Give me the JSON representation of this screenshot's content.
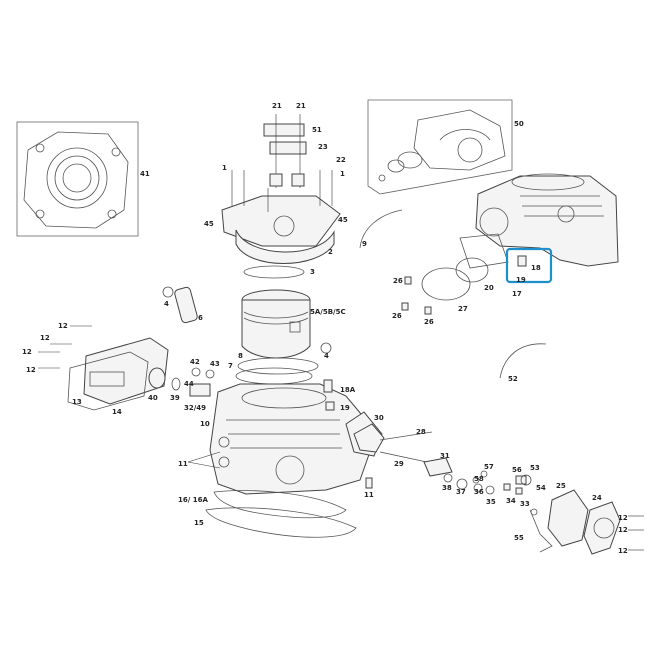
{
  "accent_color": "#1e8fcc",
  "callouts": [
    {
      "id": "c21a",
      "text": "21"
    },
    {
      "id": "c21b",
      "text": "21"
    },
    {
      "id": "c51",
      "text": "51"
    },
    {
      "id": "c23",
      "text": "23"
    },
    {
      "id": "c22",
      "text": "22"
    },
    {
      "id": "c1a",
      "text": "1"
    },
    {
      "id": "c1b",
      "text": "1"
    },
    {
      "id": "c45a",
      "text": "45"
    },
    {
      "id": "c45b",
      "text": "45"
    },
    {
      "id": "c2",
      "text": "2"
    },
    {
      "id": "c3",
      "text": "3"
    },
    {
      "id": "c41",
      "text": "41"
    },
    {
      "id": "c50",
      "text": "50"
    },
    {
      "id": "c9",
      "text": "9"
    },
    {
      "id": "c18",
      "text": "18"
    },
    {
      "id": "c19a",
      "text": "19"
    },
    {
      "id": "c20",
      "text": "20"
    },
    {
      "id": "c17",
      "text": "17"
    },
    {
      "id": "c27",
      "text": "27"
    },
    {
      "id": "c26a",
      "text": "26"
    },
    {
      "id": "c26b",
      "text": "26"
    },
    {
      "id": "c26c",
      "text": "26"
    },
    {
      "id": "c4a",
      "text": "4"
    },
    {
      "id": "c6",
      "text": "6"
    },
    {
      "id": "c5",
      "text": "5A/5B/5C"
    },
    {
      "id": "c4b",
      "text": "4"
    },
    {
      "id": "c12a",
      "text": "12"
    },
    {
      "id": "c12b",
      "text": "12"
    },
    {
      "id": "c12c",
      "text": "12"
    },
    {
      "id": "c12d",
      "text": "12"
    },
    {
      "id": "c13",
      "text": "13"
    },
    {
      "id": "c14",
      "text": "14"
    },
    {
      "id": "c40",
      "text": "40"
    },
    {
      "id": "c39",
      "text": "39"
    },
    {
      "id": "c42",
      "text": "42"
    },
    {
      "id": "c43",
      "text": "43"
    },
    {
      "id": "c44",
      "text": "44"
    },
    {
      "id": "c3249",
      "text": "32/49"
    },
    {
      "id": "c7",
      "text": "7"
    },
    {
      "id": "c8",
      "text": "8"
    },
    {
      "id": "c18a",
      "text": "18A"
    },
    {
      "id": "c19b",
      "text": "19"
    },
    {
      "id": "c10",
      "text": "10"
    },
    {
      "id": "c52",
      "text": "52"
    },
    {
      "id": "c30",
      "text": "30"
    },
    {
      "id": "c28",
      "text": "28"
    },
    {
      "id": "c29",
      "text": "29"
    },
    {
      "id": "c31",
      "text": "31"
    },
    {
      "id": "c11a",
      "text": "11"
    },
    {
      "id": "c11b",
      "text": "11"
    },
    {
      "id": "c1616a",
      "text": "16/ 16A"
    },
    {
      "id": "c15",
      "text": "15"
    },
    {
      "id": "c38",
      "text": "38"
    },
    {
      "id": "c37",
      "text": "37"
    },
    {
      "id": "c57",
      "text": "57"
    },
    {
      "id": "c58",
      "text": "58"
    },
    {
      "id": "c36",
      "text": "36"
    },
    {
      "id": "c35",
      "text": "35"
    },
    {
      "id": "c34",
      "text": "34"
    },
    {
      "id": "c33",
      "text": "33"
    },
    {
      "id": "c56",
      "text": "56"
    },
    {
      "id": "c53",
      "text": "53"
    },
    {
      "id": "c54",
      "text": "54"
    },
    {
      "id": "c55",
      "text": "55"
    },
    {
      "id": "c25",
      "text": "25"
    },
    {
      "id": "c24",
      "text": "24"
    },
    {
      "id": "c12e",
      "text": "12"
    },
    {
      "id": "c12f",
      "text": "12"
    },
    {
      "id": "c12g",
      "text": "12"
    }
  ]
}
